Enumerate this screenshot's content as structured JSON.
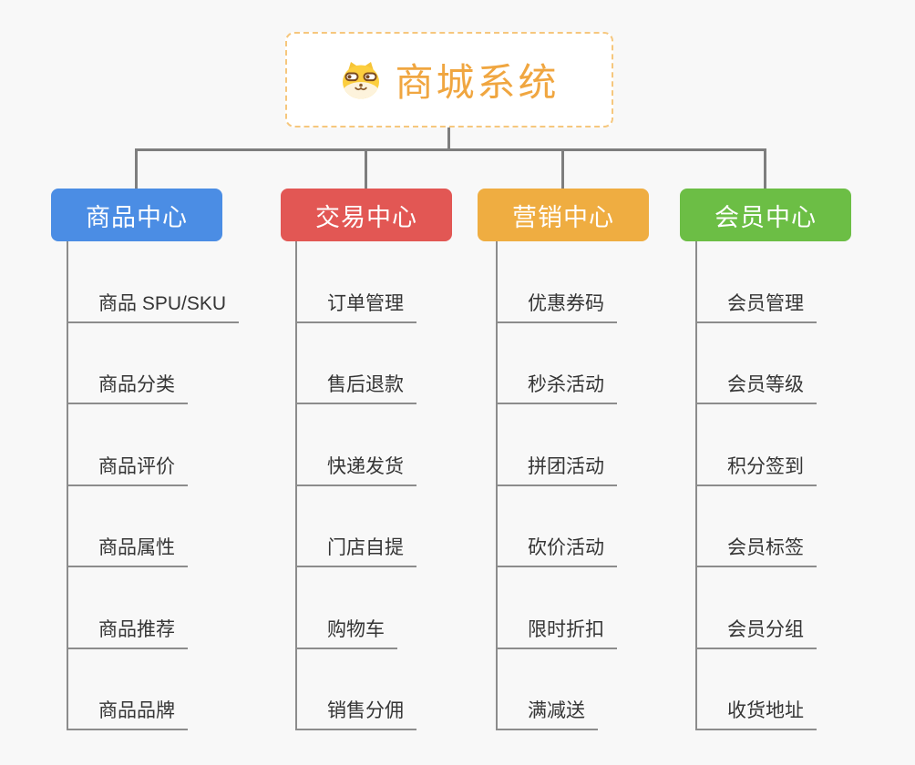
{
  "root": {
    "title": "商城系统",
    "icon": "shiba-dog-icon",
    "accent_color": "#F0A640",
    "border_color": "#F6C77D",
    "background": "#FFFFFF"
  },
  "canvas_background": "#F8F8F8",
  "connector_color": "#7E7E7E",
  "underline_color": "#8C8C8C",
  "branches": [
    {
      "label": "商品中心",
      "color": "#4B8DE4",
      "items": [
        "商品 SPU/SKU",
        "商品分类",
        "商品评价",
        "商品属性",
        "商品推荐",
        "商品品牌"
      ]
    },
    {
      "label": "交易中心",
      "color": "#E25754",
      "items": [
        "订单管理",
        "售后退款",
        "快递发货",
        "门店自提",
        "购物车",
        "销售分佣"
      ]
    },
    {
      "label": "营销中心",
      "color": "#EFAD41",
      "items": [
        "优惠券码",
        "秒杀活动",
        "拼团活动",
        "砍价活动",
        "限时折扣",
        "满减送"
      ]
    },
    {
      "label": "会员中心",
      "color": "#6CBE45",
      "items": [
        "会员管理",
        "会员等级",
        "积分签到",
        "会员标签",
        "会员分组",
        "收货地址"
      ]
    }
  ]
}
